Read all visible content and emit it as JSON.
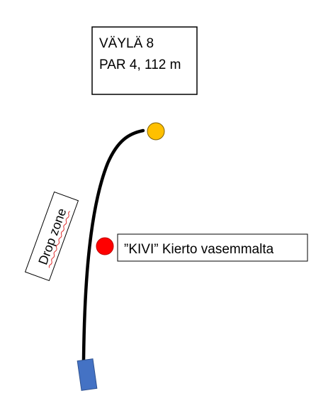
{
  "hole_info": {
    "line1": "VÄYLÄ 8",
    "line2": "PAR 4, 112 m"
  },
  "drop_zone": {
    "label": "Drop zone",
    "squiggle_color": "#e03030"
  },
  "obstacle": {
    "label": "”KIVI” Kierto vasemmalta",
    "marker_color": "#ff0000"
  },
  "basket": {
    "color": "#ffc000"
  },
  "tee": {
    "color": "#4472c4"
  },
  "fairway_line": {
    "color": "#000000"
  }
}
